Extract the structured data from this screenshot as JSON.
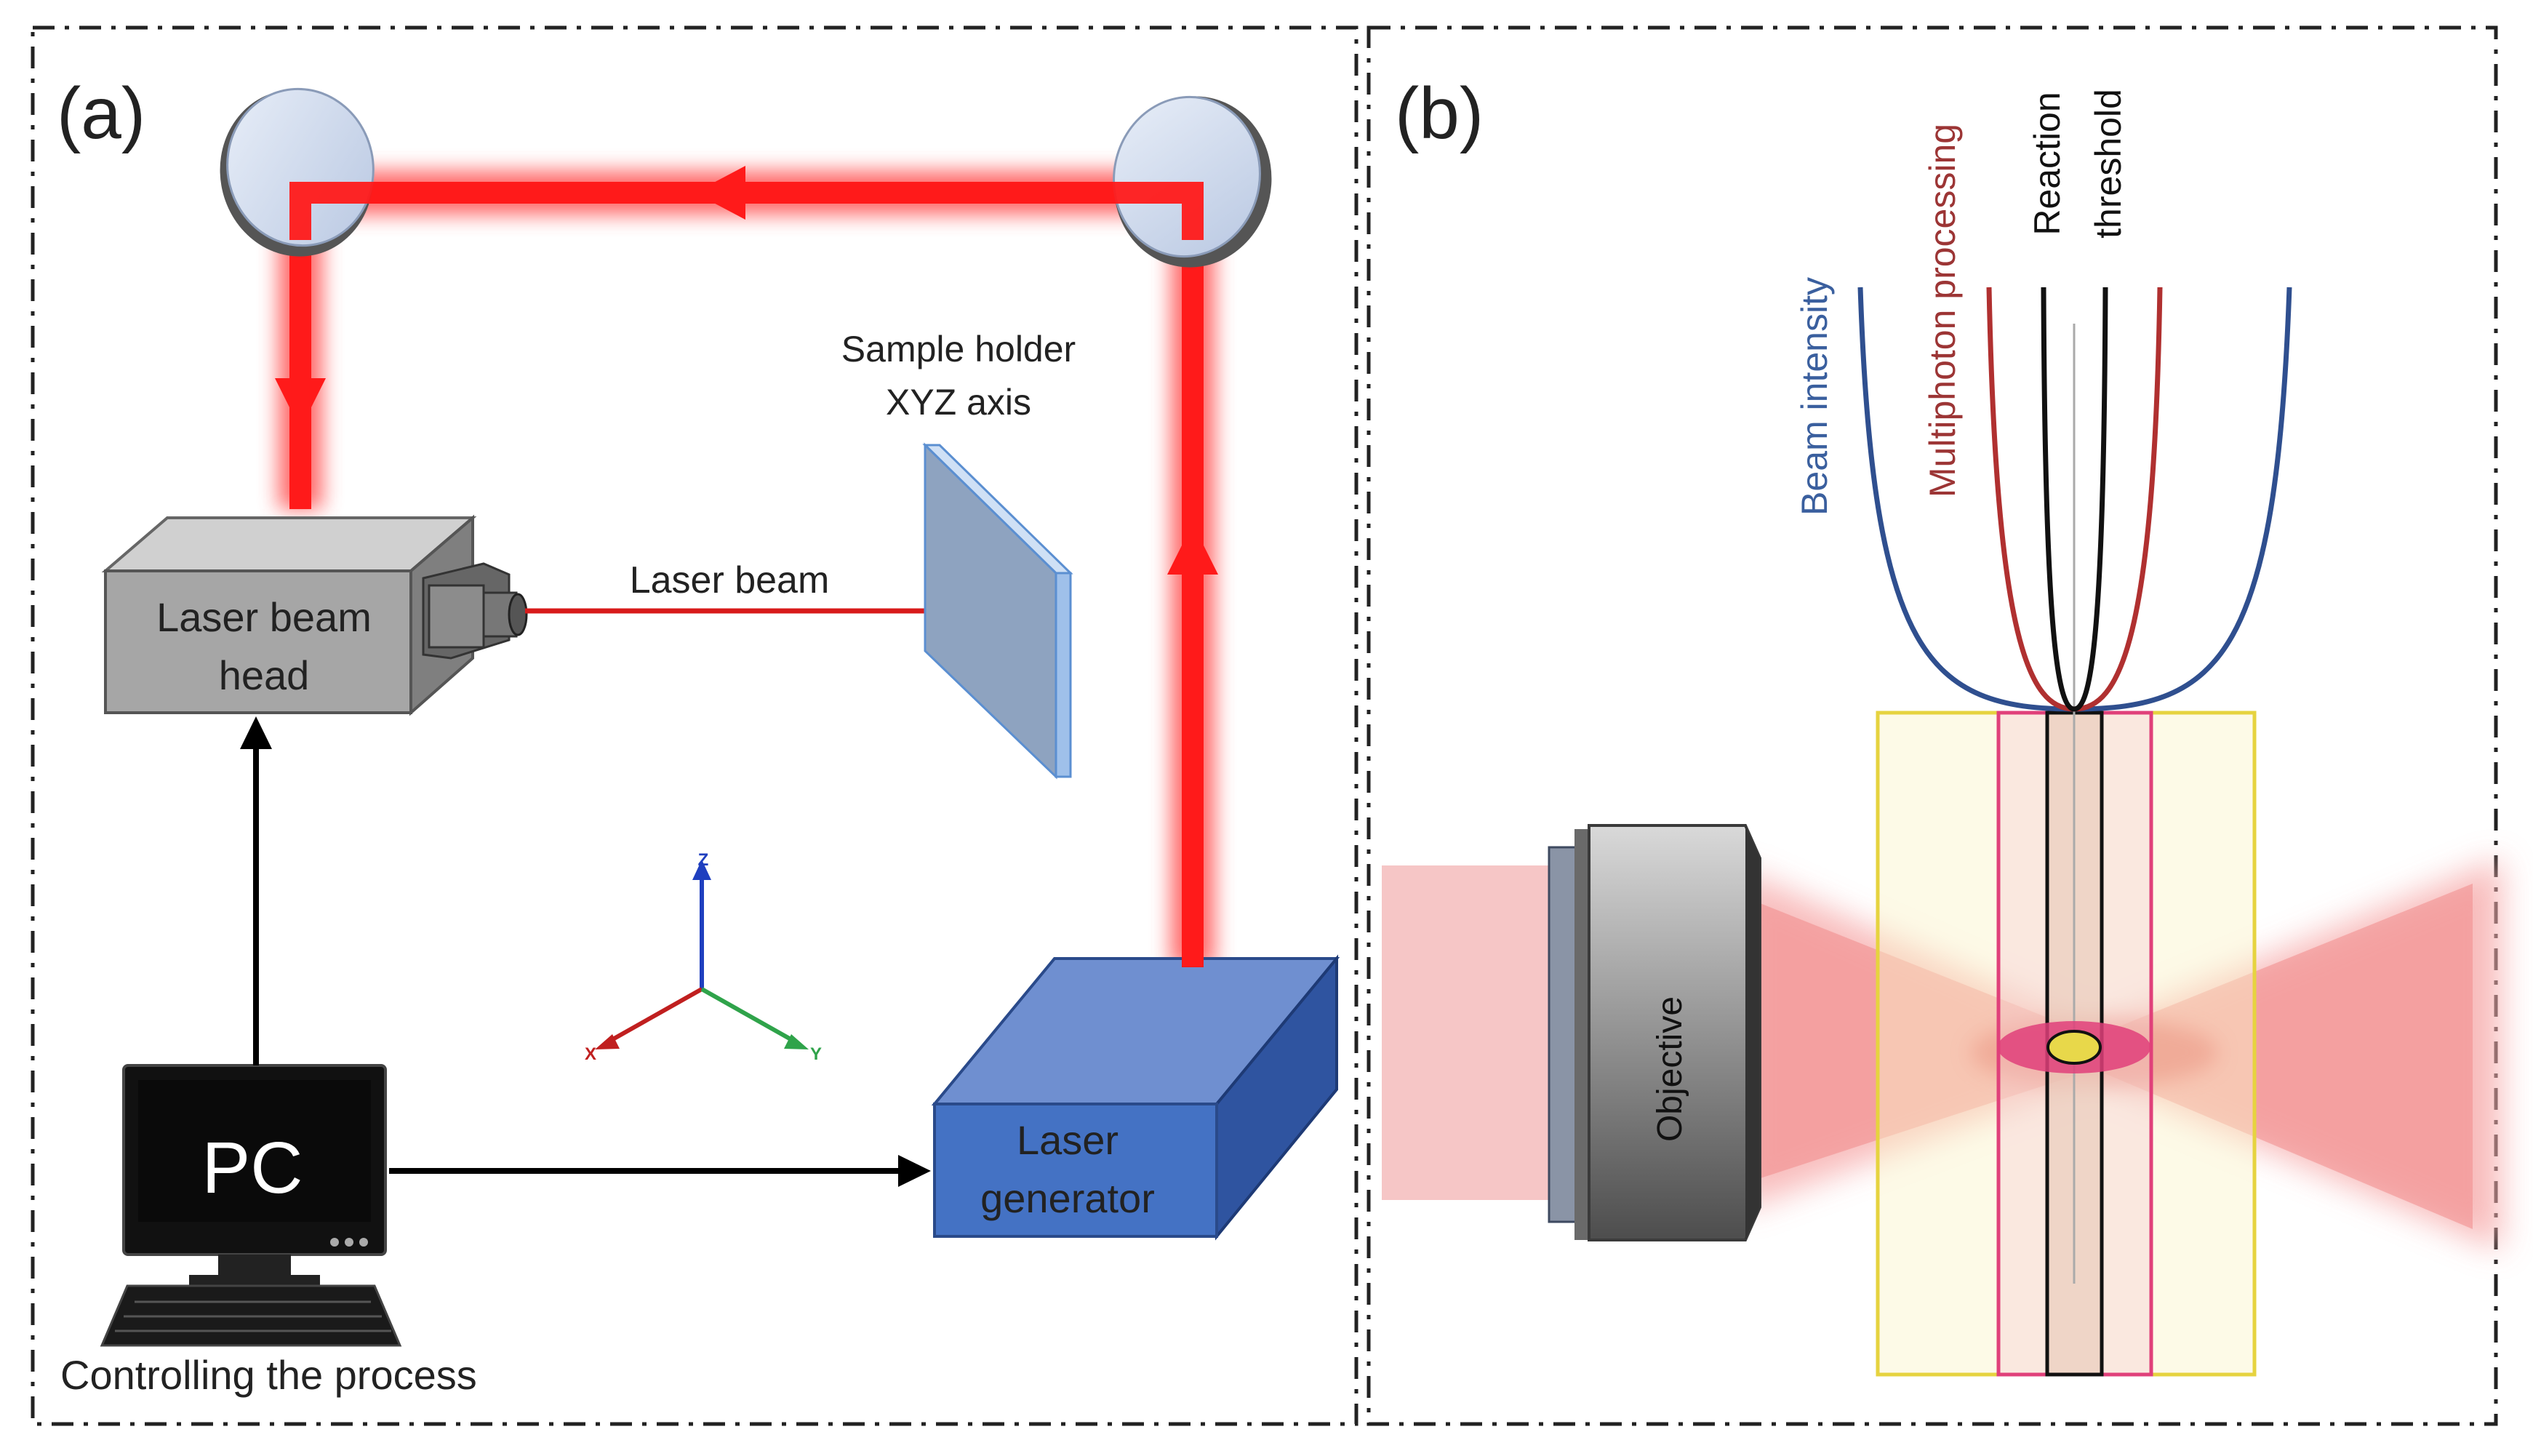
{
  "panel_a": {
    "tag": "(a)",
    "sample_holder_line1": "Sample holder",
    "sample_holder_line2": "XYZ axis",
    "laser_beam_label": "Laser beam",
    "laser_head_line1": "Laser beam",
    "laser_head_line2": "head",
    "pc_label": "PC",
    "laser_gen_line1": "Laser",
    "laser_gen_line2": "generator",
    "controlling_label": "Controlling the process",
    "axis_x": "X",
    "axis_y": "Y",
    "axis_z": "Z"
  },
  "panel_b": {
    "tag": "(b)",
    "beam_intensity": "Beam intensity",
    "multiphoton_processing": "Multiphoton processing",
    "reaction_line1": "Reaction",
    "reaction_line2": "threshold",
    "objective": "Objective"
  },
  "colors": {
    "laser_red": "#ff1a1a",
    "gen_blue": "#4472c4",
    "head_gray": "#a6a6a6",
    "curve_blue": "#2f4f8f",
    "curve_red": "#b03030",
    "curve_black": "#111111",
    "box_yellow": "#e8d84a",
    "box_pink": "#e0407a"
  }
}
